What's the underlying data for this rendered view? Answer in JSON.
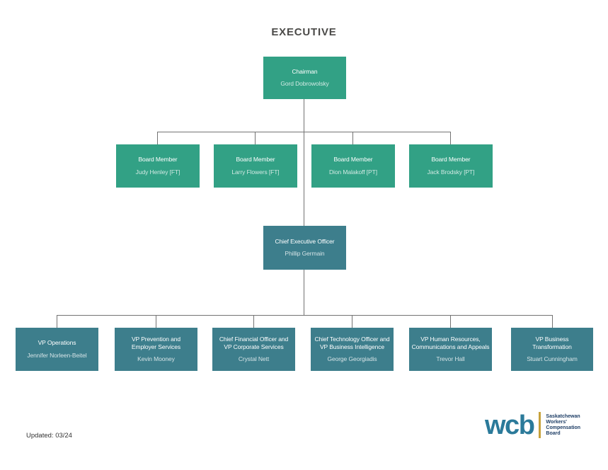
{
  "title": "EXECUTIVE",
  "org": {
    "chairman": {
      "role": "Chairman",
      "name": "Gord Dobrowolsky"
    },
    "board": [
      {
        "role": "Board Member",
        "name": "Judy Henley [FT]"
      },
      {
        "role": "Board Member",
        "name": "Larry Flowers [FT]"
      },
      {
        "role": "Board Member",
        "name": "Dion Malakoff [PT]"
      },
      {
        "role": "Board Member",
        "name": "Jack Brodsky [PT]"
      }
    ],
    "ceo": {
      "role": "Chief Executive Officer",
      "name": "Phillip Germain"
    },
    "vps": [
      {
        "role": "VP Operations",
        "name": "Jennifer Norleen-Beitel"
      },
      {
        "role": "VP Prevention and\nEmployer Services",
        "name": "Kevin Mooney"
      },
      {
        "role": "Chief Financial Officer and\nVP Corporate Services",
        "name": "Crystal Nett"
      },
      {
        "role": "Chief Technology Officer and\nVP Business Intelligence",
        "name": "George Georgiadis"
      },
      {
        "role": "VP Human Resources,\nCommunications and Appeals",
        "name": "Trevor Hall"
      },
      {
        "role": "VP Business\nTransformation",
        "name": "Stuart Cunningham"
      }
    ]
  },
  "footer": {
    "updated": "Updated: 03/24"
  },
  "logo": {
    "wordmark": "wcb",
    "org_name": "Saskatchewan\nWorkers'\nCompensation\nBoard"
  },
  "colors": {
    "board_green": "#32a185",
    "executive_teal": "#3d7e8c",
    "connector_gray": "#737373",
    "logo_blue": "#2b7a9a",
    "logo_gold": "#c7a23c",
    "logo_navy": "#1e3e66",
    "title_gray": "#4b4a48"
  }
}
